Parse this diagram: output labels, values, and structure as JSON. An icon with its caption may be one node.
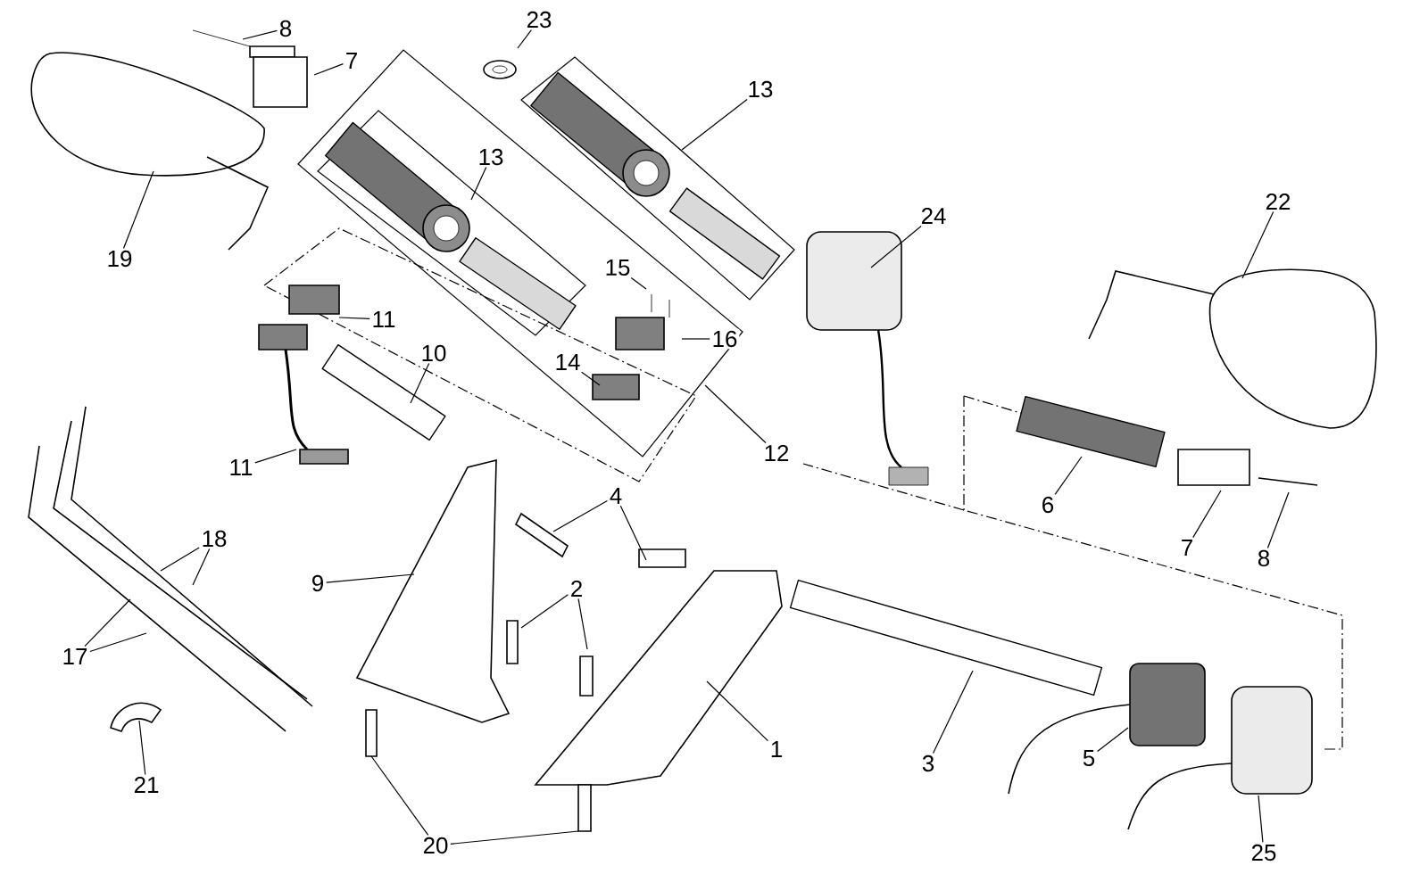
{
  "diagram": {
    "nodes": [
      {
        "text": [
          "8"
        ]
      },
      {
        "text": [
          "7"
        ]
      },
      {
        "text": [
          "23"
        ]
      },
      {
        "text": [
          "13"
        ]
      },
      {
        "text": [
          "13"
        ]
      },
      {
        "text": [
          "19"
        ]
      },
      {
        "text": [
          "24"
        ]
      },
      {
        "text": [
          "22"
        ]
      },
      {
        "text": [
          "15"
        ]
      },
      {
        "text": [
          "11"
        ]
      },
      {
        "text": [
          "16"
        ]
      },
      {
        "text": [
          "10"
        ]
      },
      {
        "text": [
          "14"
        ]
      },
      {
        "text": [
          "12"
        ]
      },
      {
        "text": [
          "11"
        ]
      },
      {
        "text": [
          "6"
        ]
      },
      {
        "text": [
          "7"
        ]
      },
      {
        "text": [
          "8"
        ]
      },
      {
        "text": [
          "4"
        ]
      },
      {
        "text": [
          "18"
        ]
      },
      {
        "text": [
          "9"
        ]
      },
      {
        "text": [
          "2"
        ]
      },
      {
        "text": [
          "17"
        ]
      },
      {
        "text": [
          "21"
        ]
      },
      {
        "text": [
          "1"
        ]
      },
      {
        "text": [
          "3"
        ]
      },
      {
        "text": [
          "5"
        ]
      },
      {
        "text": [
          "20"
        ]
      },
      {
        "text": [
          "25"
        ]
      }
    ],
    "edges": [
      {
        "from": 0,
        "to": null,
        "arrow": "none"
      },
      {
        "from": 1,
        "to": null,
        "arrow": "none"
      },
      {
        "from": 2,
        "to": null,
        "arrow": "none"
      },
      {
        "from": 3,
        "to": null,
        "arrow": "none"
      },
      {
        "from": 4,
        "to": null,
        "arrow": "none"
      },
      {
        "from": 5,
        "to": null,
        "arrow": "none"
      },
      {
        "from": 6,
        "to": null,
        "arrow": "none"
      },
      {
        "from": 7,
        "to": null,
        "arrow": "none"
      },
      {
        "from": 8,
        "to": null,
        "arrow": "none"
      },
      {
        "from": 9,
        "to": null,
        "arrow": "none"
      },
      {
        "from": 10,
        "to": null,
        "arrow": "none"
      },
      {
        "from": 11,
        "to": null,
        "arrow": "none"
      },
      {
        "from": 12,
        "to": null,
        "arrow": "none"
      },
      {
        "from": 13,
        "to": null,
        "arrow": "none"
      },
      {
        "from": 14,
        "to": null,
        "arrow": "none"
      },
      {
        "from": 15,
        "to": null,
        "arrow": "none"
      },
      {
        "from": 16,
        "to": null,
        "arrow": "none"
      },
      {
        "from": 17,
        "to": null,
        "arrow": "none"
      },
      {
        "from": 18,
        "to": null,
        "arrow": "none"
      },
      {
        "from": 18,
        "to": null,
        "arrow": "none"
      },
      {
        "from": 19,
        "to": null,
        "arrow": "none"
      },
      {
        "from": 19,
        "to": null,
        "arrow": "none"
      },
      {
        "from": 20,
        "to": null,
        "arrow": "none"
      },
      {
        "from": 21,
        "to": null,
        "arrow": "none"
      },
      {
        "from": 21,
        "to": null,
        "arrow": "none"
      },
      {
        "from": 22,
        "to": null,
        "arrow": "none"
      },
      {
        "from": 22,
        "to": null,
        "arrow": "none"
      },
      {
        "from": 23,
        "to": null,
        "arrow": "none"
      },
      {
        "from": 24,
        "to": null,
        "arrow": "none"
      },
      {
        "from": 25,
        "to": null,
        "arrow": "none"
      },
      {
        "from": 26,
        "to": null,
        "arrow": "none"
      },
      {
        "from": 27,
        "to": null,
        "arrow": "none"
      },
      {
        "from": 27,
        "to": null,
        "arrow": "none"
      },
      {
        "from": 28,
        "to": null,
        "arrow": "none"
      }
    ]
  }
}
